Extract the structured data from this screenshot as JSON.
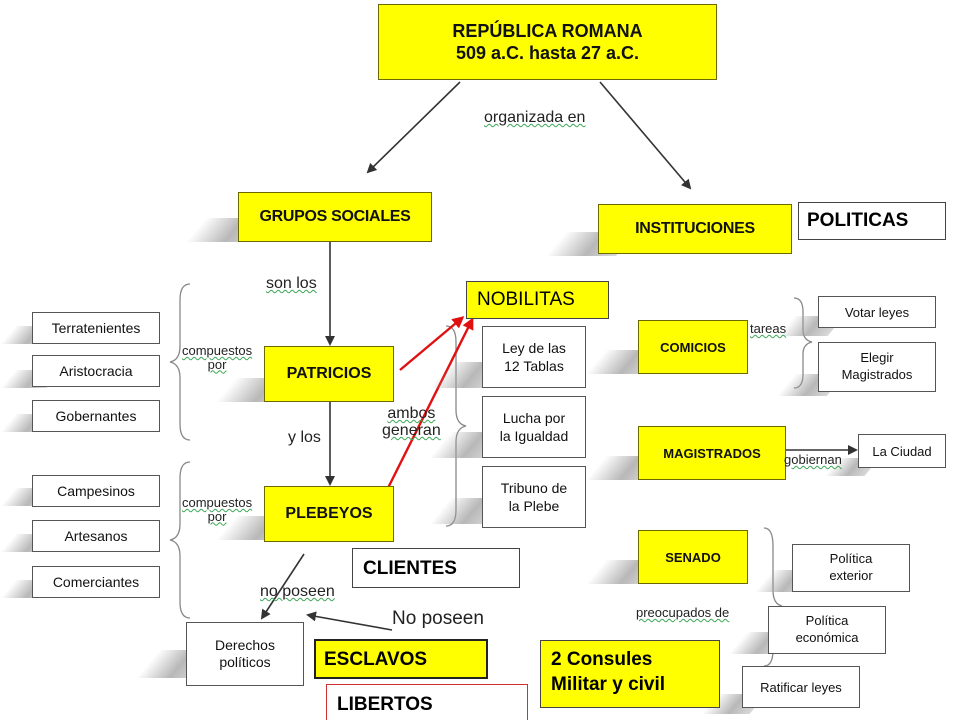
{
  "root": {
    "line1": "REPÚBLICA ROMANA",
    "line2": "509 a.C. hasta 27 a.C."
  },
  "edge_labels": {
    "organizada": "organizada en",
    "son_los": "son los",
    "y_los": "y los",
    "compuestos_top": "compuestos\npor",
    "compuestos_bottom": "compuestos\npor",
    "ambos": "ambos\ngeneran",
    "no_poseen": "no poseen",
    "tareas": "tareas",
    "gobiernan": "gobiernan",
    "preocupados": "preocupados de"
  },
  "left_branch": {
    "grupos": "GRUPOS SOCIALES",
    "patricios": "PATRICIOS",
    "plebeyos": "PLEBEYOS",
    "patricio_items": [
      "Terratenientes",
      "Aristocracia",
      "Gobernantes"
    ],
    "plebeyo_items": [
      "Campesinos",
      "Artesanos",
      "Comerciantes"
    ],
    "derechos": "Derechos\npolíticos"
  },
  "middle": {
    "items": [
      "Ley de las\n12 Tablas",
      "Lucha por\nla Igualdad",
      "Tribuno de\nla Plebe"
    ]
  },
  "right_branch": {
    "instituciones": "INSTITUCIONES",
    "comicios": "COMICIOS",
    "magistrados": "MAGISTRADOS",
    "senado": "SENADO",
    "comicios_items": [
      "Votar leyes",
      "Elegir\nMagistrados"
    ],
    "magistrados_item": "La Ciudad",
    "senado_items": [
      "Política\nexterior",
      "Política\neconómica",
      "Ratificar leyes"
    ]
  },
  "overlays": {
    "politicas": "POLITICAS",
    "nobilitas": "NOBILITAS",
    "clientes": "CLIENTES",
    "no_poseen": "No poseen",
    "esclavos": "ESCLAVOS",
    "consules": "2 Consules\nMilitar y civil",
    "libertos": "LIBERTOS"
  },
  "colors": {
    "node_fill": "#ffff00",
    "accent_arrow": "#e01010",
    "overlay_border_red": "#d03030"
  }
}
